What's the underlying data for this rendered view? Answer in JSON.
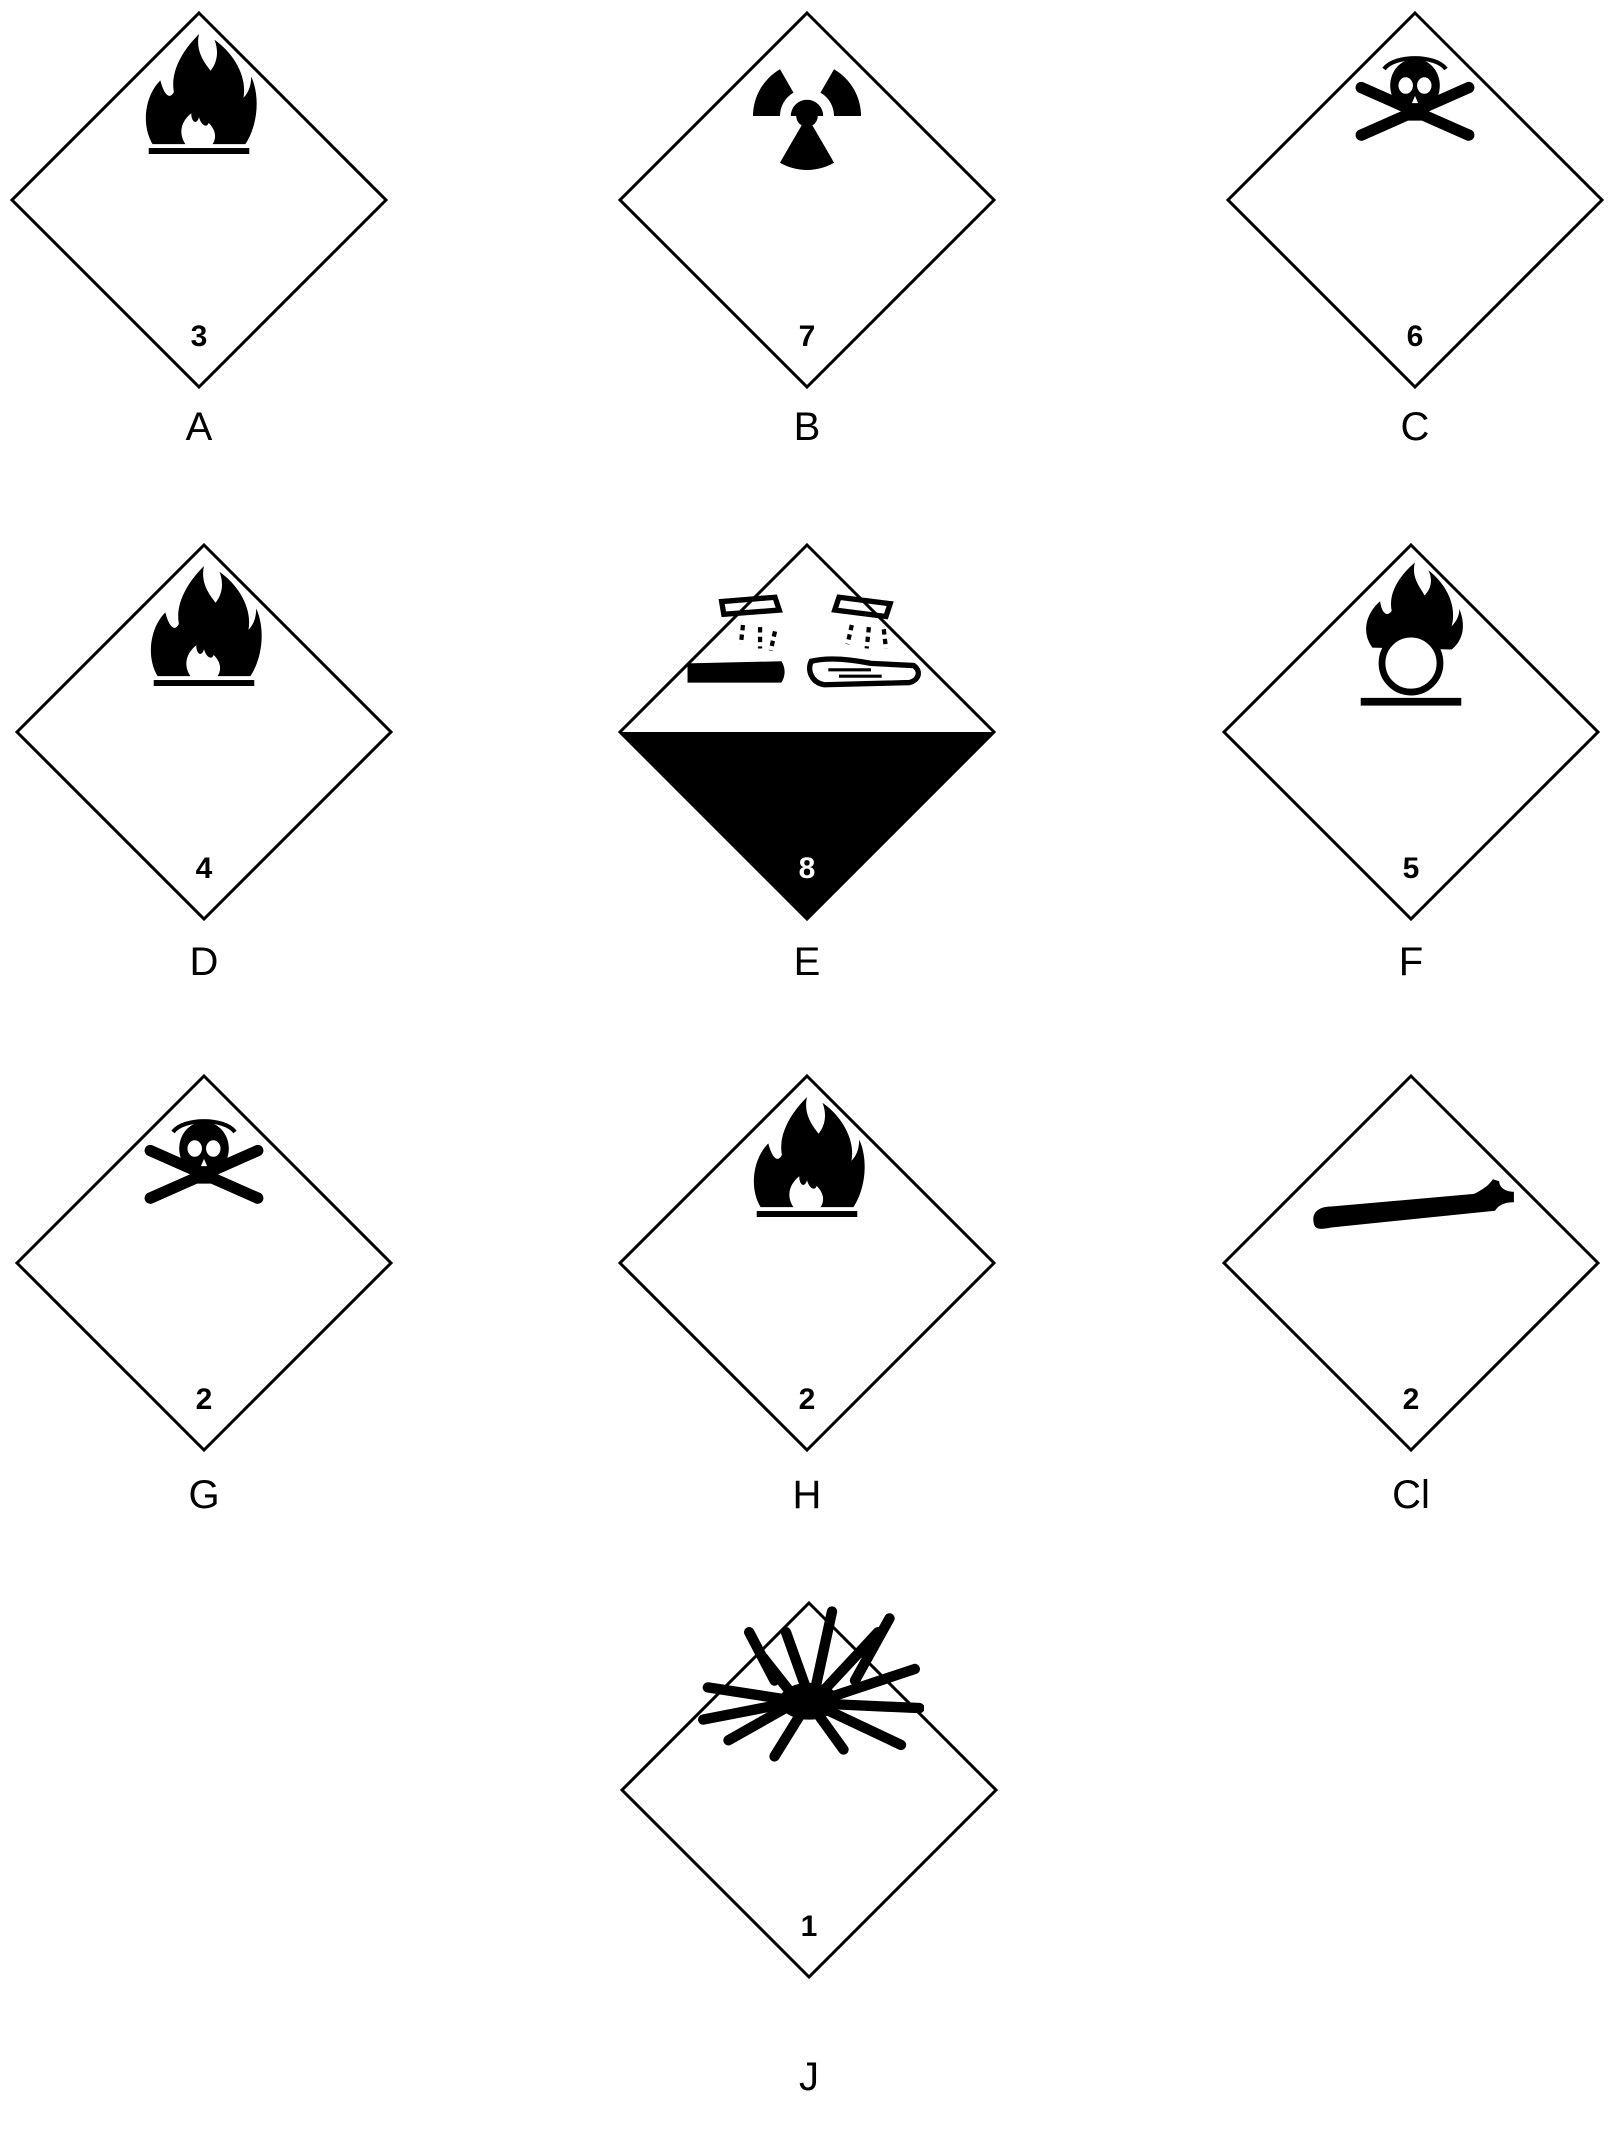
{
  "placards": [
    {
      "letter": "A",
      "number": "3",
      "symbol": "flame-icon"
    },
    {
      "letter": "B",
      "number": "7",
      "symbol": "radiation-trefoil-icon"
    },
    {
      "letter": "C",
      "number": "6",
      "symbol": "skull-crossbones-icon"
    },
    {
      "letter": "D",
      "number": "4",
      "symbol": "flame-icon"
    },
    {
      "letter": "E",
      "number": "8",
      "symbol": "corrosive-icon"
    },
    {
      "letter": "F",
      "number": "5",
      "symbol": "flame-over-circle-icon"
    },
    {
      "letter": "G",
      "number": "2",
      "symbol": "skull-crossbones-icon"
    },
    {
      "letter": "H",
      "number": "2",
      "symbol": "flame-icon"
    },
    {
      "letter": "Cl",
      "number": "2",
      "symbol": "gas-cylinder-icon"
    },
    {
      "letter": "J",
      "number": "1",
      "symbol": "explosion-icon"
    }
  ],
  "colors": {
    "ink": "#000000",
    "background": "#ffffff"
  }
}
